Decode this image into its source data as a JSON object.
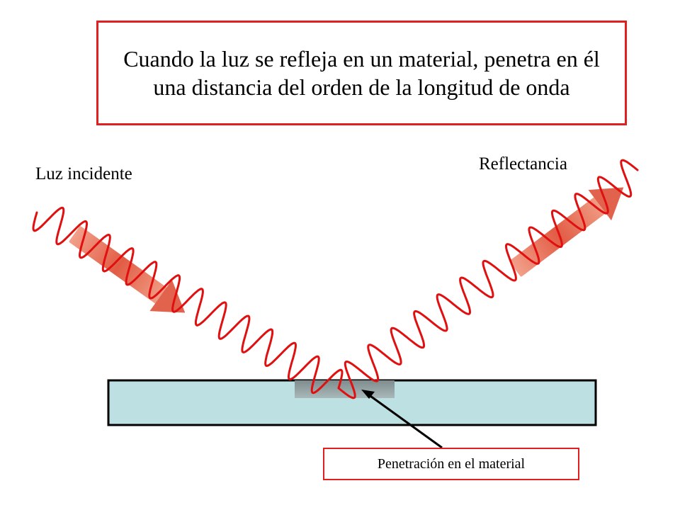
{
  "header": {
    "title": "Cuando la luz se refleja en un material, penetra en él una distancia del orden de la longitud de onda"
  },
  "labels": {
    "incident": "Luz incidente",
    "reflectance": "Reflectancia",
    "penetration": "Penetración en el material"
  },
  "colors": {
    "border_red": "#e02020",
    "wave_red": "#e01010",
    "material_fill": "#bde0e2",
    "penetration_zone": "#8c9b9c",
    "arrow_fill": "#e8735e"
  }
}
